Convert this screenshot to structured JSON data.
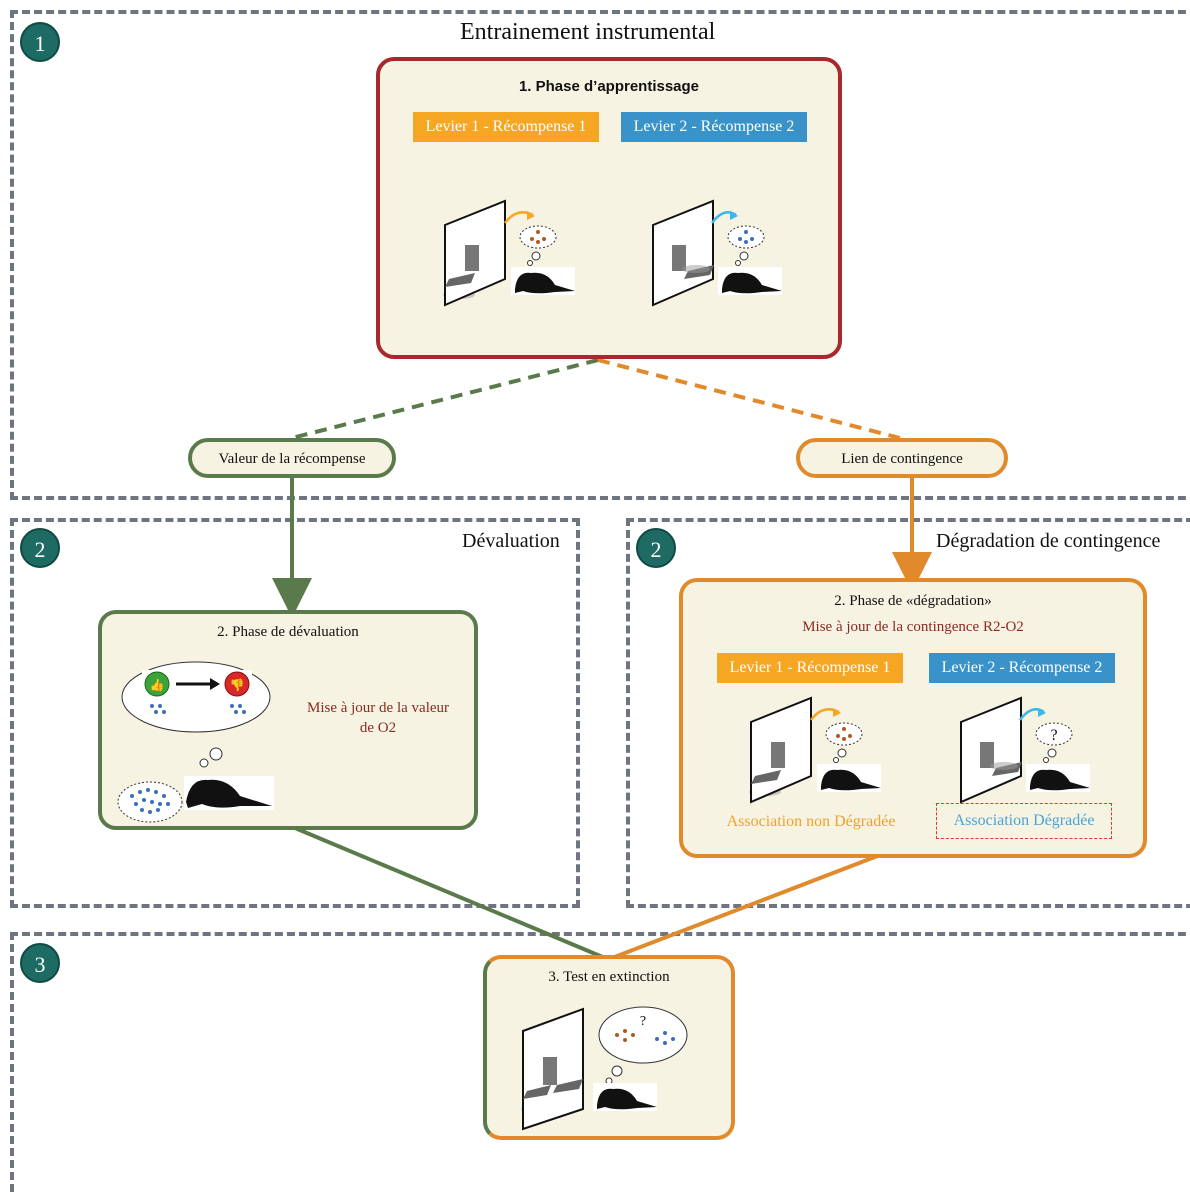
{
  "colors": {
    "dash": "#6e7480",
    "badge": "#1e6b63",
    "red": "#a8282d",
    "green": "#5b7a4c",
    "orange": "#e08a2c",
    "card_bg": "#f6f3e2",
    "tag_orange": "#f5a623",
    "tag_blue": "#3a93c8",
    "maroon_text": "#8b2a22",
    "blue_text": "#4aa4d8",
    "orange_text": "#f0a22a",
    "pellet_brown": "#b05a20",
    "pellet_blue": "#3a6fc0"
  },
  "sections": [
    {
      "number": "1",
      "title": "Entrainement instrumental"
    },
    {
      "number": "2",
      "title": "Dévaluation"
    },
    {
      "number": "2",
      "title": "Dégradation de contingence"
    },
    {
      "number": "3",
      "title": ""
    }
  ],
  "phase1": {
    "title": "1. Phase d’apprentissage",
    "tag1": "Levier 1 - Récompense 1",
    "tag2": "Levier 2 - Récompense 2"
  },
  "pills": {
    "left": "Valeur de la récompense",
    "right": "Lien de contingence"
  },
  "devaluation": {
    "title": "2. Phase de dévaluation",
    "note_line1": "Mise à jour de la valeur",
    "note_line2": "de O2",
    "icon_before": "thumbs-up-icon",
    "icon_after": "thumbs-down-icon"
  },
  "degradation": {
    "title": "2. Phase de «dégradation»",
    "subtitle": "Mise à jour de la contingence R2-O2",
    "tag1": "Levier 1 - Récompense 1",
    "tag2": "Levier 2 - Récompense 2",
    "thought_question": "?",
    "assoc_left": "Association non Dégradée",
    "assoc_right": "Association Dégradée"
  },
  "test": {
    "title": "3. Test en extinction",
    "thought_question": "?"
  }
}
